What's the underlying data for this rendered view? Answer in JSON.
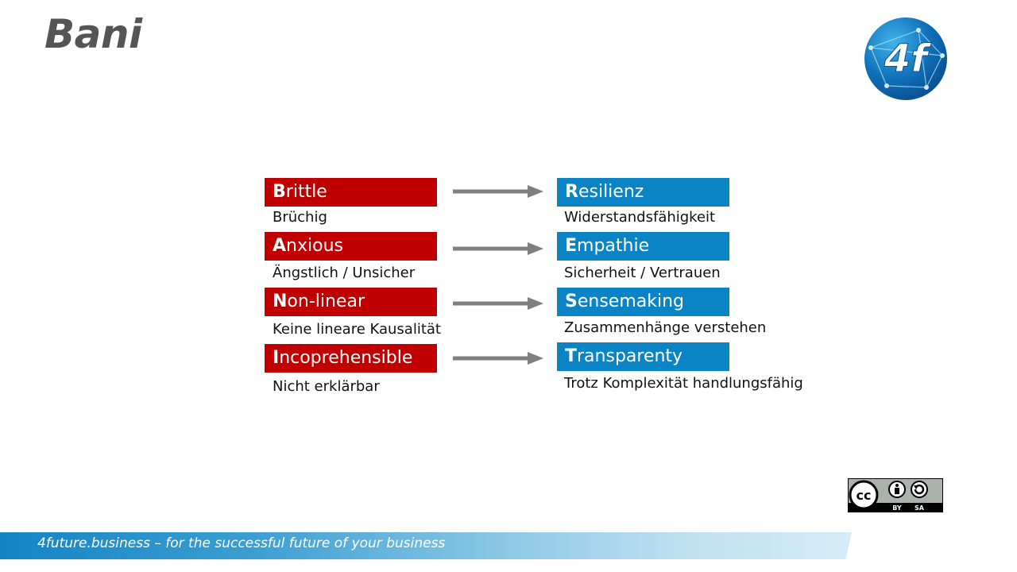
{
  "slide": {
    "title": "Bani",
    "logo_text": "4f",
    "left_column": [
      {
        "initial": "B",
        "rest": "rittle",
        "subtitle": "Brüchig"
      },
      {
        "initial": "A",
        "rest": "nxious",
        "subtitle": "Ängstlich / Unsicher"
      },
      {
        "initial": "N",
        "rest": "on-linear",
        "subtitle": "Keine lineare Kausalität"
      },
      {
        "initial": "I",
        "rest": "ncoprehensible",
        "subtitle": "Nicht erklärbar"
      }
    ],
    "right_column": [
      {
        "initial": "R",
        "rest": "esilienz",
        "subtitle": "Widerstandsfähigkeit"
      },
      {
        "initial": "E",
        "rest": "mpathie",
        "subtitle": "Sicherheit / Vertrauen"
      },
      {
        "initial": "S",
        "rest": "ensemaking",
        "subtitle": "Zusammenhänge verstehen"
      },
      {
        "initial": "T",
        "rest": "ransparenty",
        "subtitle": "Trotz Komplexität handlungsfähig"
      }
    ],
    "license": {
      "cc": "cc",
      "by": "BY",
      "sa": "SA"
    },
    "footer_text": "4future.business – for the successful future of your business"
  },
  "colors": {
    "red": "#c00000",
    "blue": "#0a84c4",
    "arrow": "#808080",
    "title": "#555555"
  }
}
